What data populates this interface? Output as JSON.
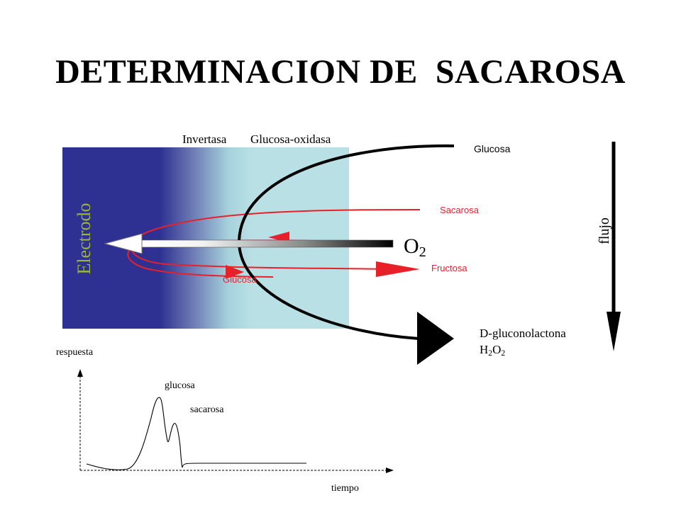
{
  "title": "DETERMINACION DE  SACAROSA",
  "labels": {
    "invertasa": "Invertasa",
    "glucosa_oxidasa": "Glucosa-oxidasa",
    "glucosa_top": "Glucosa",
    "sacarosa": "Sacarosa",
    "o2_main": "O",
    "o2_sub": "2",
    "fructosa": "Fructosa",
    "glucosa_inner": "Glucosa",
    "electrodo": "Electrodo",
    "flujo": "flujo",
    "gluconolactona": "D-gluconolactona",
    "h2o2_h": "H",
    "h2o2_2a": "2",
    "h2o2_o": "O",
    "h2o2_2b": "2"
  },
  "graph": {
    "respuesta": "respuesta",
    "tiempo": "tiempo",
    "glucosa_peak": "glucosa",
    "sacarosa_peak": "sacarosa"
  },
  "colors": {
    "electrode_dark": "#2e3192",
    "membrane_light": "#b9e0e4",
    "red": "#e8202a",
    "electrodo_text": "#9bb43a",
    "black": "#000000"
  }
}
